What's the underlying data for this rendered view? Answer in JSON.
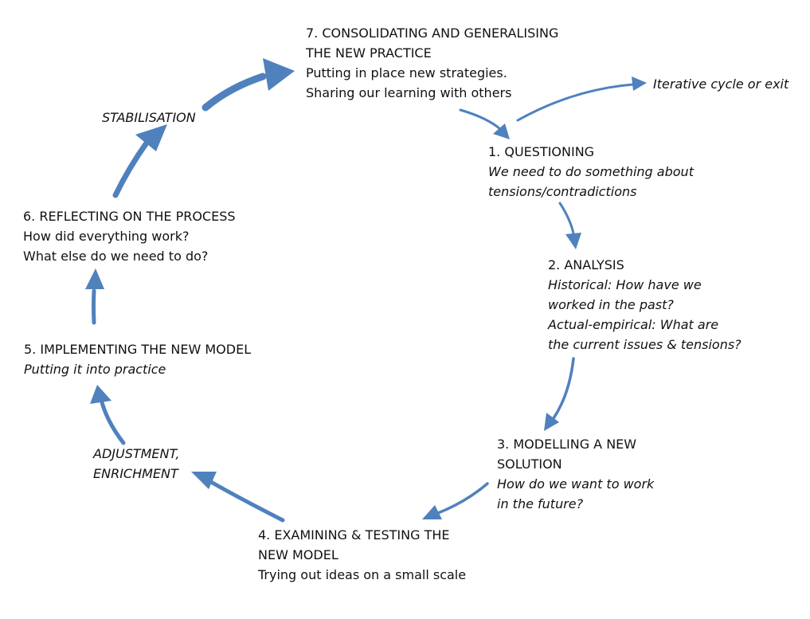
{
  "diagram": {
    "arrow_color": "#4f81bd",
    "stages": {
      "s7": {
        "title_line1": "7. CONSOLIDATING AND GENERALISING",
        "title_line2": "THE NEW PRACTICE",
        "desc_line1": "Putting in place new strategies.",
        "desc_line2": "Sharing our learning with others"
      },
      "s1": {
        "title": "1.   QUESTIONING",
        "desc_line1": "We need to do something about",
        "desc_line2": "tensions/contradictions"
      },
      "s2": {
        "title": "2. ANALYSIS",
        "desc_line1": "Historical: How have we",
        "desc_line2": "worked in the past?",
        "desc_line3": "Actual-empirical: What are",
        "desc_line4": "the current issues & tensions?"
      },
      "s3": {
        "title_line1": "3. MODELLING A NEW",
        "title_line2": "SOLUTION",
        "desc_line1": "How do we want to work",
        "desc_line2": "in the future?"
      },
      "s4": {
        "title_line1": "4. EXAMINING & TESTING THE",
        "title_line2": "NEW MODEL",
        "desc_line1": "Trying out ideas on a small scale"
      },
      "s5": {
        "title": "5. IMPLEMENTING THE NEW MODEL",
        "desc_line1": "Putting it into practice"
      },
      "s6": {
        "title": "6. REFLECTING ON THE PROCESS",
        "desc_line1": "How did everything work?",
        "desc_line2": "What else do we need to do?"
      }
    },
    "labels": {
      "iterative": "Iterative cycle or exit",
      "stabilisation": "STABILISATION",
      "adjustment_line1": "ADJUSTMENT,",
      "adjustment_line2": "ENRICHMENT"
    }
  }
}
